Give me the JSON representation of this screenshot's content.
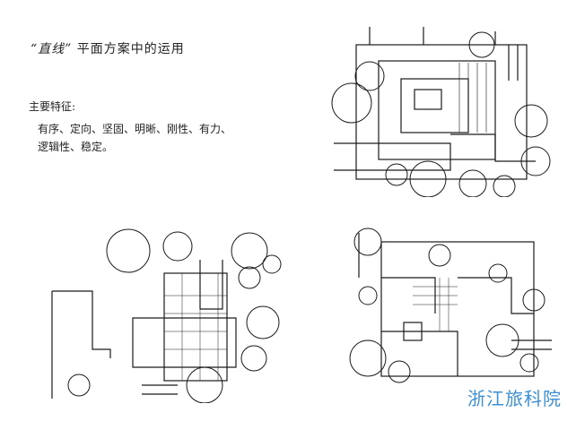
{
  "heading": {
    "quoted": "“直线”",
    "rest": "平面方案中的运用"
  },
  "features": {
    "label": "主要特征:",
    "line1": "有序、定向、坚固、明晰、刚性、有力、",
    "line2": "逻辑性、稳定。"
  },
  "watermark": "浙江旅科院",
  "plans": [
    {
      "name": "plan-sketch-top"
    },
    {
      "name": "plan-sketch-left"
    },
    {
      "name": "plan-sketch-right"
    }
  ]
}
